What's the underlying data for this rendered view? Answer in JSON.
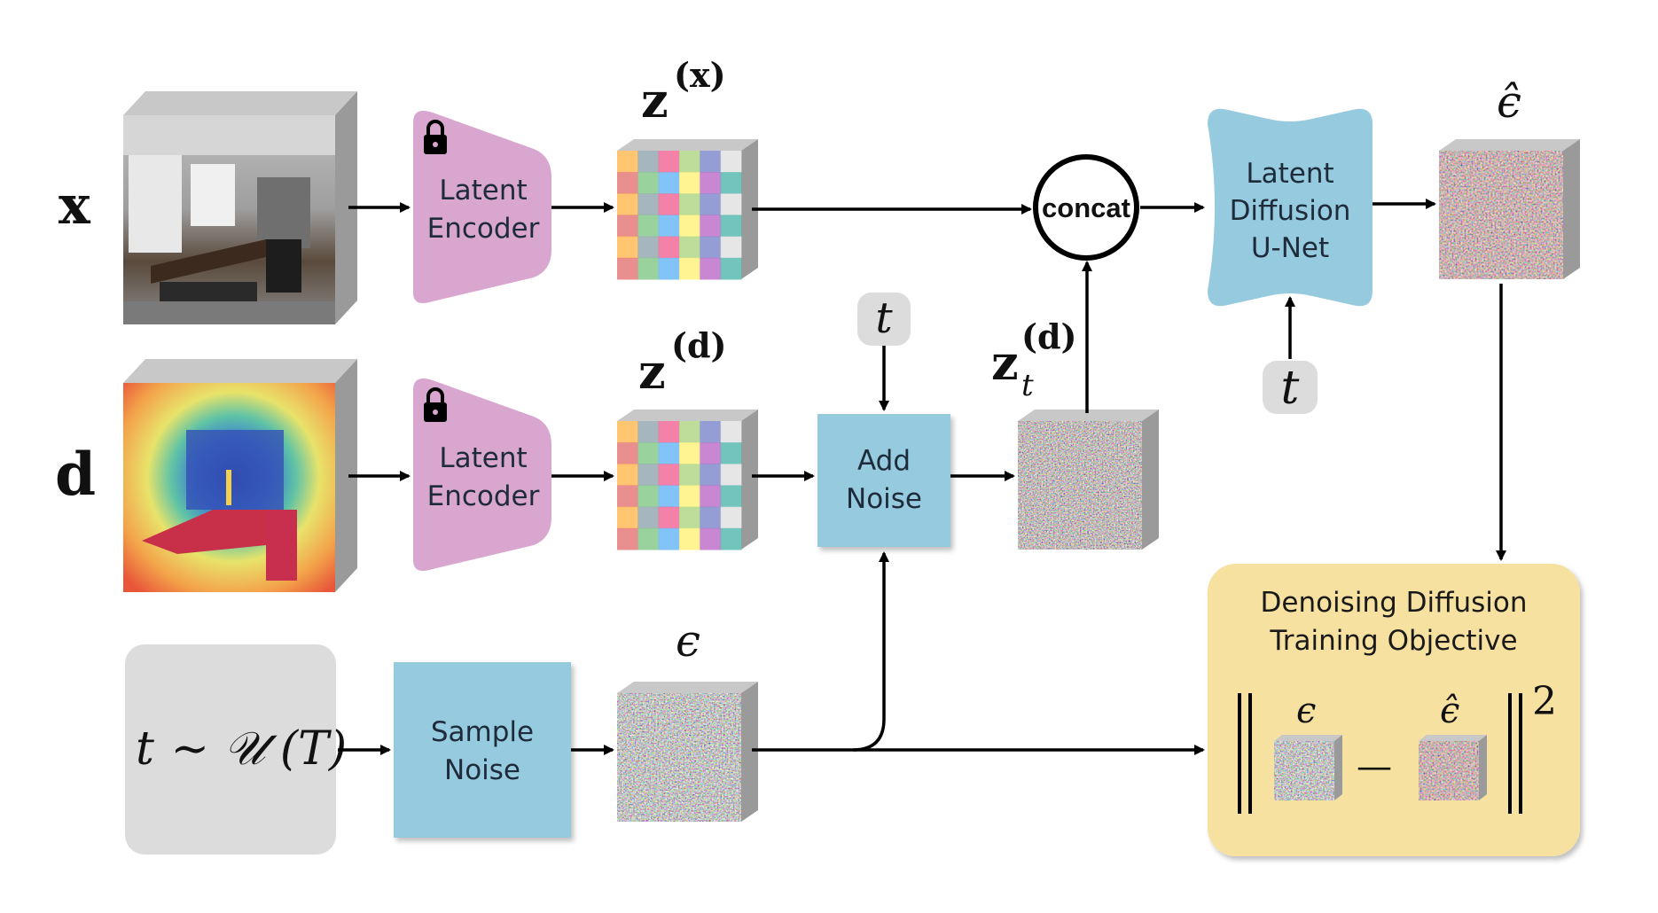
{
  "inputs": {
    "x_symbol": "x",
    "d_symbol": "d"
  },
  "encoders": {
    "top_line1": "Latent",
    "top_line2": "Encoder",
    "bottom_line1": "Latent",
    "bottom_line2": "Encoder"
  },
  "latents": {
    "zx_base": "z",
    "zx_sup": "(x)",
    "zd_base": "z",
    "zd_sup": "(d)",
    "zt_base": "z",
    "zt_sub": "t",
    "zt_sup": "(d)",
    "eps": "ϵ",
    "eps_hat": "ϵ̂"
  },
  "concat_label": "concat",
  "unet": {
    "line1": "Latent",
    "line2": "Diffusion",
    "line3": "U-Net"
  },
  "timestep": {
    "t_top": "t",
    "t_unet": "t",
    "sampling_t": "t",
    "sampling_rest": "∼",
    "sampling_U": "𝒰",
    "sampling_T": "(T)"
  },
  "add_noise": {
    "line1": "Add",
    "line2": "Noise"
  },
  "sample_noise": {
    "line1": "Sample",
    "line2": "Noise"
  },
  "objective": {
    "title1": "Denoising Diffusion",
    "title2": "Training Objective",
    "eps": "ϵ",
    "eps_hat": "ϵ̂",
    "minus": "—",
    "power": "2"
  },
  "colors": {
    "encoder_pink": "#d9a6cf",
    "unet_blue": "#96cade",
    "noise_blue": "#96cade",
    "objective_yellow": "#f6e1a1",
    "gray_box": "#dcdcdc"
  }
}
